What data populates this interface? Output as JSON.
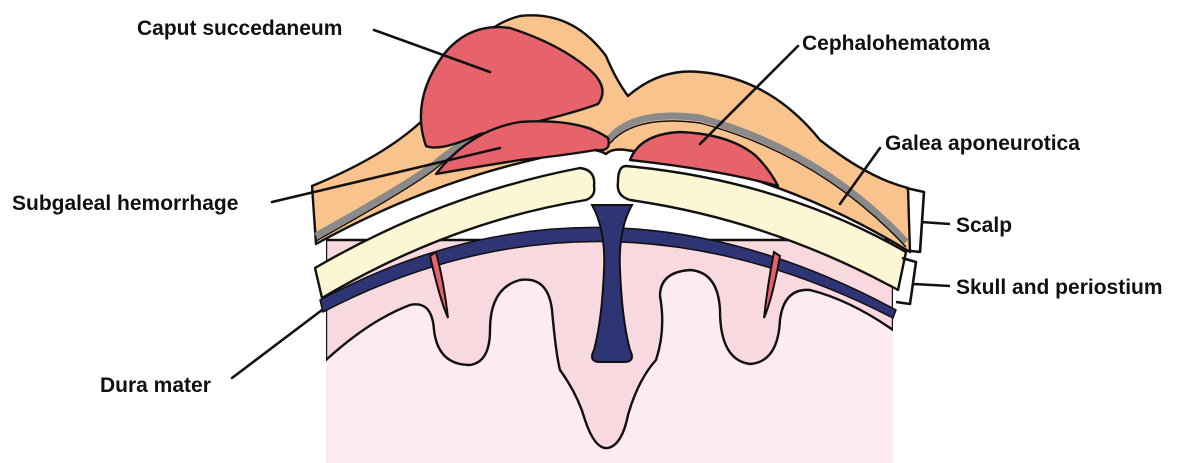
{
  "labels": {
    "caput": "Caput succedaneum",
    "cephalo": "Cephalohematoma",
    "galea": "Galea aponeurotica",
    "subgaleal": "Subgaleal hemorrhage",
    "scalp": "Scalp",
    "skull": "Skull and periostium",
    "dura": "Dura mater"
  },
  "colors": {
    "scalp": "#f9c38e",
    "blood": "#e7636c",
    "galea": "#9a9a9a",
    "bone": "#fbf6d4",
    "dura": "#2e3474",
    "brain": "#f8d9e0",
    "brain_light": "#fcecf0"
  }
}
